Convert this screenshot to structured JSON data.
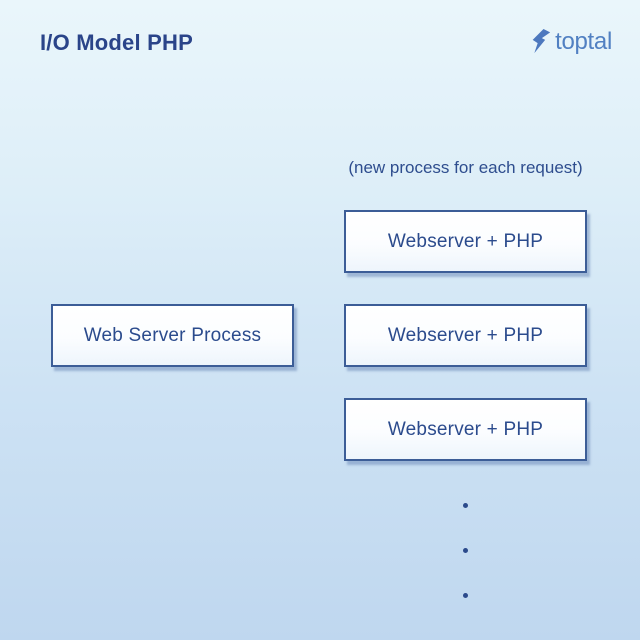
{
  "header": {
    "title": "I/O Model PHP",
    "brand": "toptal"
  },
  "diagram": {
    "caption": "(new process for each request)",
    "left_box": {
      "label": "Web Server Process"
    },
    "right_boxes": [
      {
        "label": "Webserver + PHP"
      },
      {
        "label": "Webserver + PHP"
      },
      {
        "label": "Webserver + PHP"
      }
    ],
    "ellipsis_dot_count": 3
  },
  "colors": {
    "title_text": "#2a4489",
    "box_text": "#2b4b8d",
    "box_border": "#3c5d97",
    "caption_text": "#2e4d8e",
    "brand_blue": "#5180c2",
    "dot": "#2b4a8c",
    "background_top": "#eaf6fb",
    "background_bottom": "#bfd7ef"
  }
}
